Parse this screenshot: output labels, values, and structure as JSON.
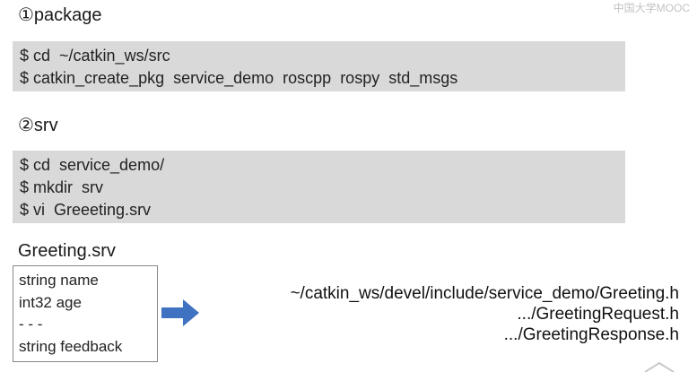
{
  "sections": {
    "package": {
      "title": "①package",
      "lines": [
        "$ cd  ~/catkin_ws/src",
        "$ catkin_create_pkg  service_demo  roscpp  rospy  std_msgs"
      ]
    },
    "srv": {
      "title": "②srv",
      "lines": [
        "$ cd  service_demo/",
        "$ mkdir  srv",
        "$ vi  Greeeting.srv"
      ]
    }
  },
  "file": {
    "title": "Greeting.srv",
    "lines": [
      "string name",
      "int32 age",
      "- - -",
      "string feedback"
    ]
  },
  "outputs": [
    "~/catkin_ws/devel/include/service_demo/Greeting.h",
    ".../GreetingRequest.h",
    ".../GreetingResponse.h"
  ],
  "watermark": "中国大学MOOC",
  "colors": {
    "code_bg": "#d9d9d9",
    "arrow": "#3f72c0"
  },
  "icons": {
    "arrow": "right-arrow-icon",
    "corner": "corner-chevron-icon"
  }
}
